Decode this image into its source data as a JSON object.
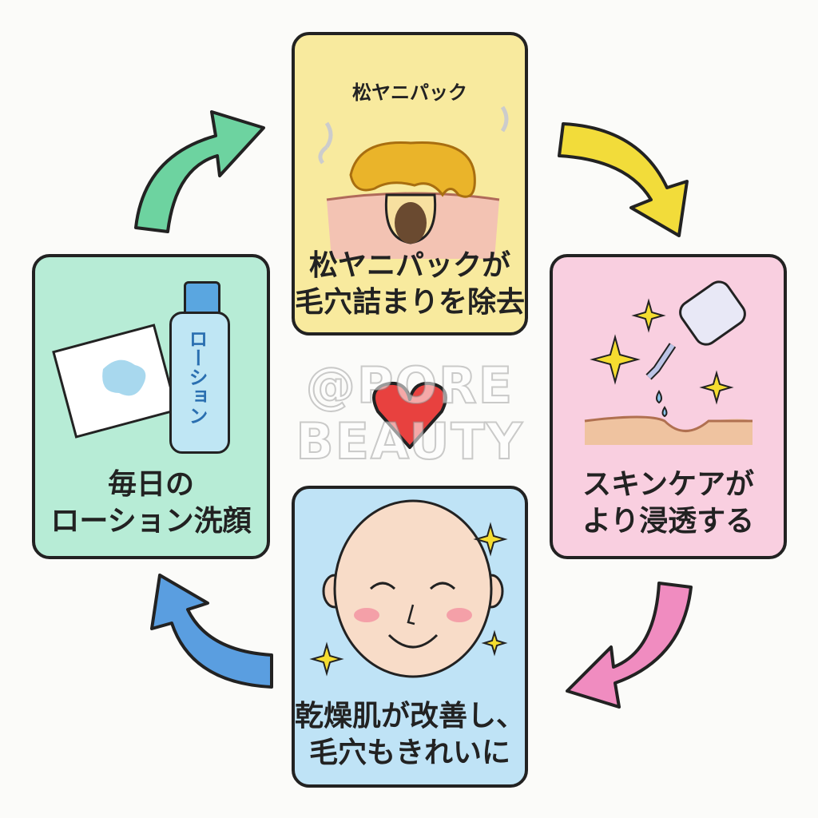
{
  "steps": {
    "pine_pack": {
      "label": "松ヤニパック",
      "caption_line1": "松ヤニパックが",
      "caption_line2": "毛穴詰まりを除去",
      "color": "#f8ea9e"
    },
    "skincare": {
      "caption_line1": "スキンケアが",
      "caption_line2": "より浸透する",
      "color": "#f9cfe0"
    },
    "result": {
      "caption_line1": "乾燥肌が改善し、",
      "caption_line2": "毛穴もきれいに",
      "color": "#bfe3f6"
    },
    "lotion": {
      "bottle_label": "ローション",
      "caption_line1": "毎日の",
      "caption_line2": "ローション洗顔",
      "color": "#b7ecd6"
    }
  },
  "watermark": "@PORE BEAUTY",
  "arrows": {
    "green": "#6dd3a0",
    "yellow": "#f2dc3a",
    "pink": "#f08cc0",
    "blue": "#5a9ee0"
  },
  "heart_color": "#e8413f"
}
